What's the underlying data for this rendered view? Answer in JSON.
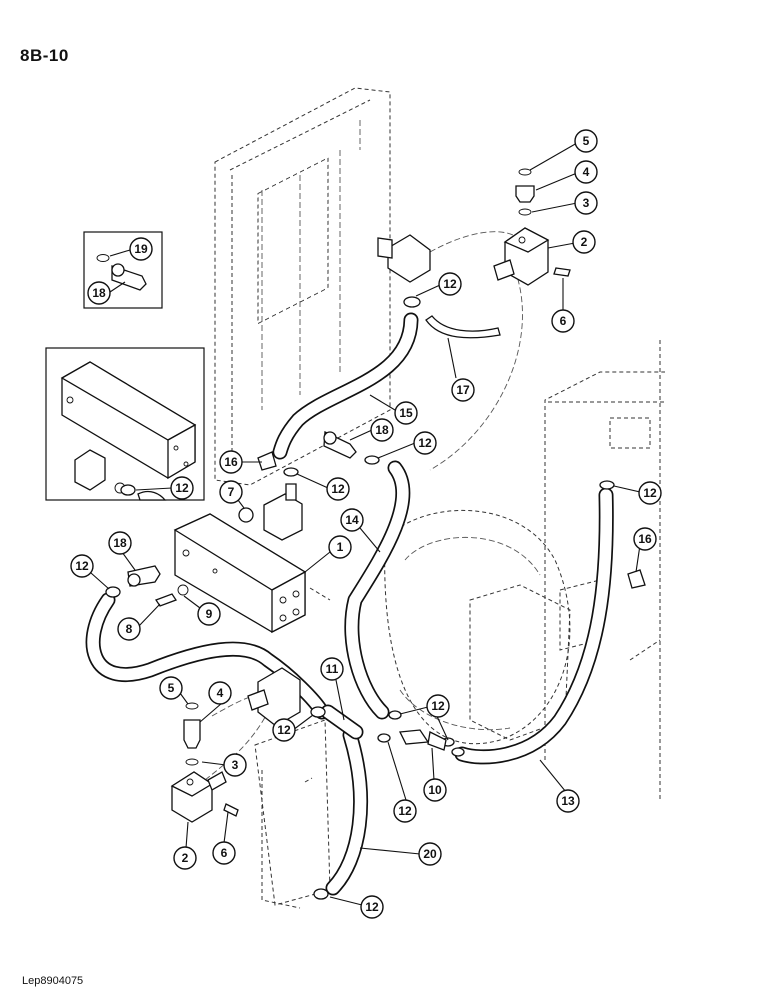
{
  "page": {
    "title": "8B-10",
    "footer_code": "Lep8904075"
  },
  "callouts": [
    {
      "id": "c-5-top",
      "label": "5"
    },
    {
      "id": "c-4-top",
      "label": "4"
    },
    {
      "id": "c-3-top",
      "label": "3"
    },
    {
      "id": "c-2-top",
      "label": "2"
    },
    {
      "id": "c-6-top",
      "label": "6"
    },
    {
      "id": "c-19",
      "label": "19"
    },
    {
      "id": "c-18-inset",
      "label": "18"
    },
    {
      "id": "c-12-a",
      "label": "12"
    },
    {
      "id": "c-17",
      "label": "17"
    },
    {
      "id": "c-15",
      "label": "15"
    },
    {
      "id": "c-18-mid",
      "label": "18"
    },
    {
      "id": "c-12-b",
      "label": "12"
    },
    {
      "id": "c-16-left",
      "label": "16"
    },
    {
      "id": "c-12-c",
      "label": "12"
    },
    {
      "id": "c-12-inset",
      "label": "12"
    },
    {
      "id": "c-7",
      "label": "7"
    },
    {
      "id": "c-14",
      "label": "14"
    },
    {
      "id": "c-1",
      "label": "1"
    },
    {
      "id": "c-12-right",
      "label": "12"
    },
    {
      "id": "c-16-right",
      "label": "16"
    },
    {
      "id": "c-18-left",
      "label": "18"
    },
    {
      "id": "c-12-left",
      "label": "12"
    },
    {
      "id": "c-9",
      "label": "9"
    },
    {
      "id": "c-8",
      "label": "8"
    },
    {
      "id": "c-11",
      "label": "11"
    },
    {
      "id": "c-5-bot",
      "label": "5"
    },
    {
      "id": "c-4-bot",
      "label": "4"
    },
    {
      "id": "c-12-d",
      "label": "12"
    },
    {
      "id": "c-12-e",
      "label": "12"
    },
    {
      "id": "c-3-bot",
      "label": "3"
    },
    {
      "id": "c-12-f",
      "label": "12"
    },
    {
      "id": "c-10",
      "label": "10"
    },
    {
      "id": "c-13",
      "label": "13"
    },
    {
      "id": "c-6-bot",
      "label": "6"
    },
    {
      "id": "c-2-bot",
      "label": "2"
    },
    {
      "id": "c-20",
      "label": "20"
    },
    {
      "id": "c-12-g",
      "label": "12"
    }
  ]
}
